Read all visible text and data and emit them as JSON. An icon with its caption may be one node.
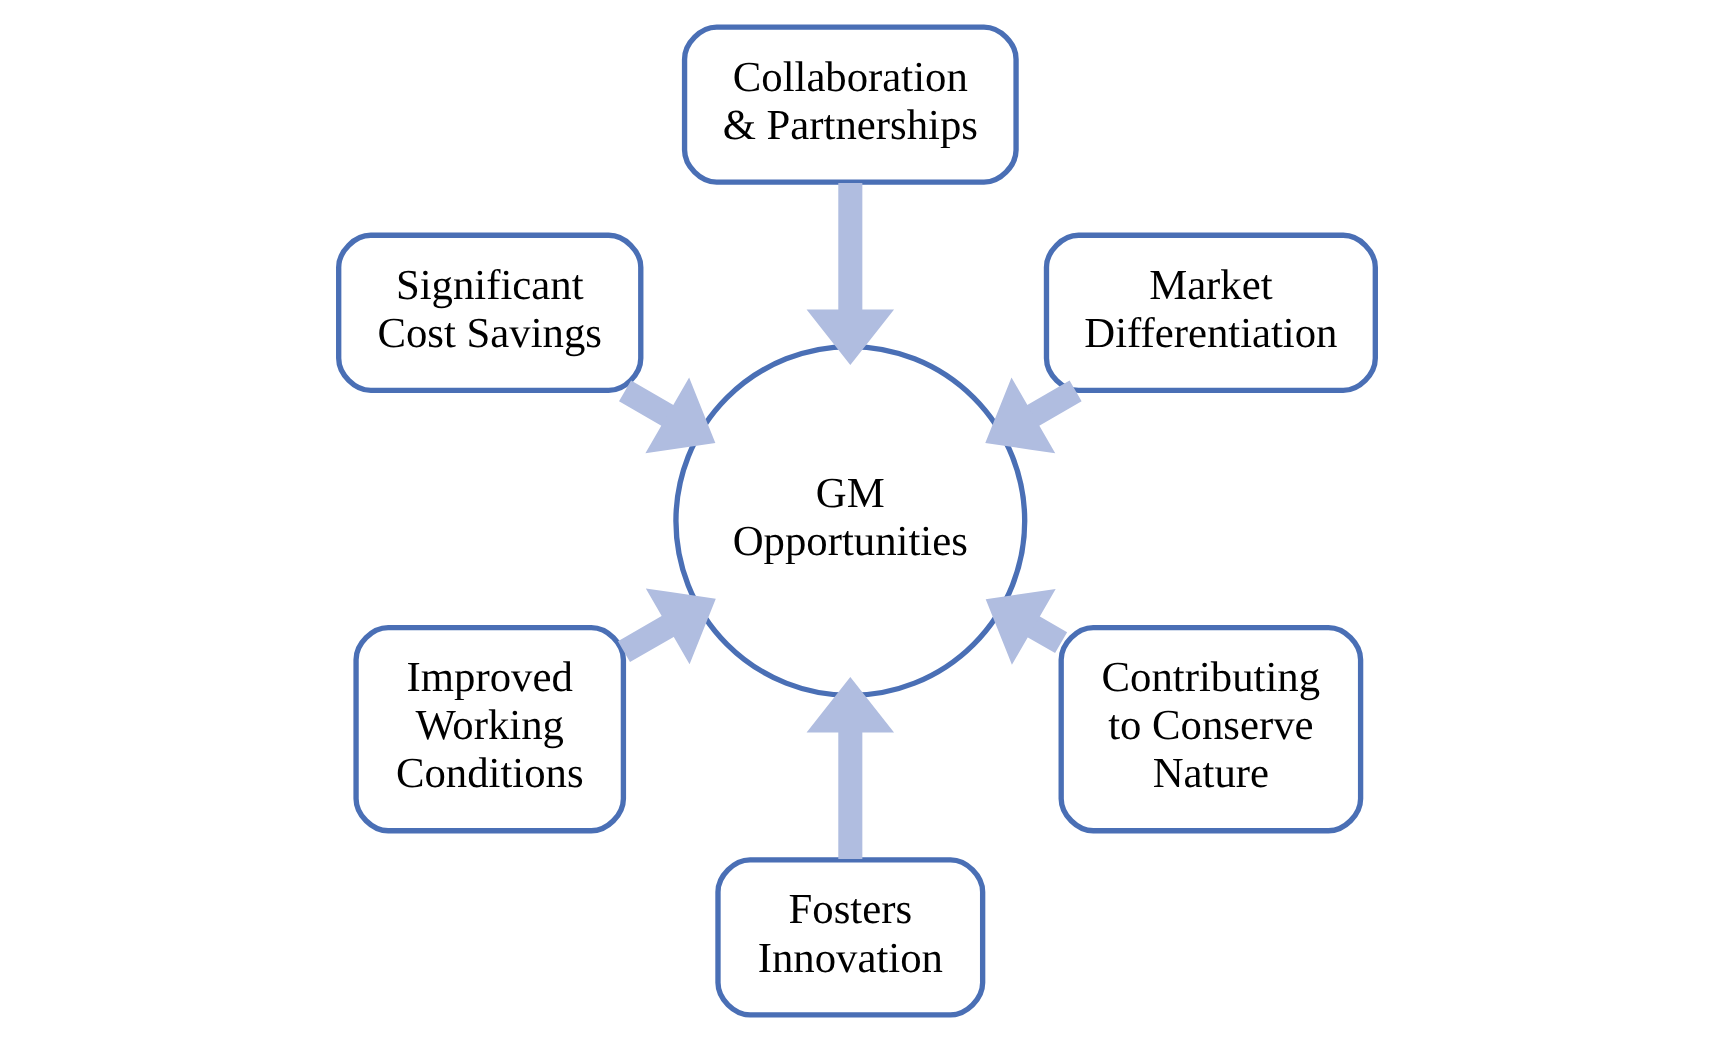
{
  "diagram": {
    "nodes": [
      {
        "text": [
          "Market Differentiation"
        ]
      },
      {
        "text": [
          "Collaboration & Partnerships"
        ]
      },
      {
        "text": [
          "Significant Cost Savings"
        ]
      },
      {
        "text": [
          "Improved Working Conditions"
        ]
      },
      {
        "text": [
          "Fosters Innovation"
        ]
      },
      {
        "text": [
          "GM Opportunities"
        ]
      },
      {
        "text": [
          "Contributing to Conserve Nature"
        ]
      }
    ],
    "edges": [
      {
        "from": 4,
        "to": 5,
        "arrow": "to"
      },
      {
        "from": 2,
        "to": 5,
        "arrow": "to"
      },
      {
        "from": 0,
        "to": 5,
        "arrow": "to"
      },
      {
        "from": 1,
        "to": 5,
        "arrow": "to"
      },
      {
        "from": 3,
        "to": 5,
        "arrow": "to"
      },
      {
        "from": 6,
        "to": 5,
        "arrow": "to"
      }
    ]
  }
}
